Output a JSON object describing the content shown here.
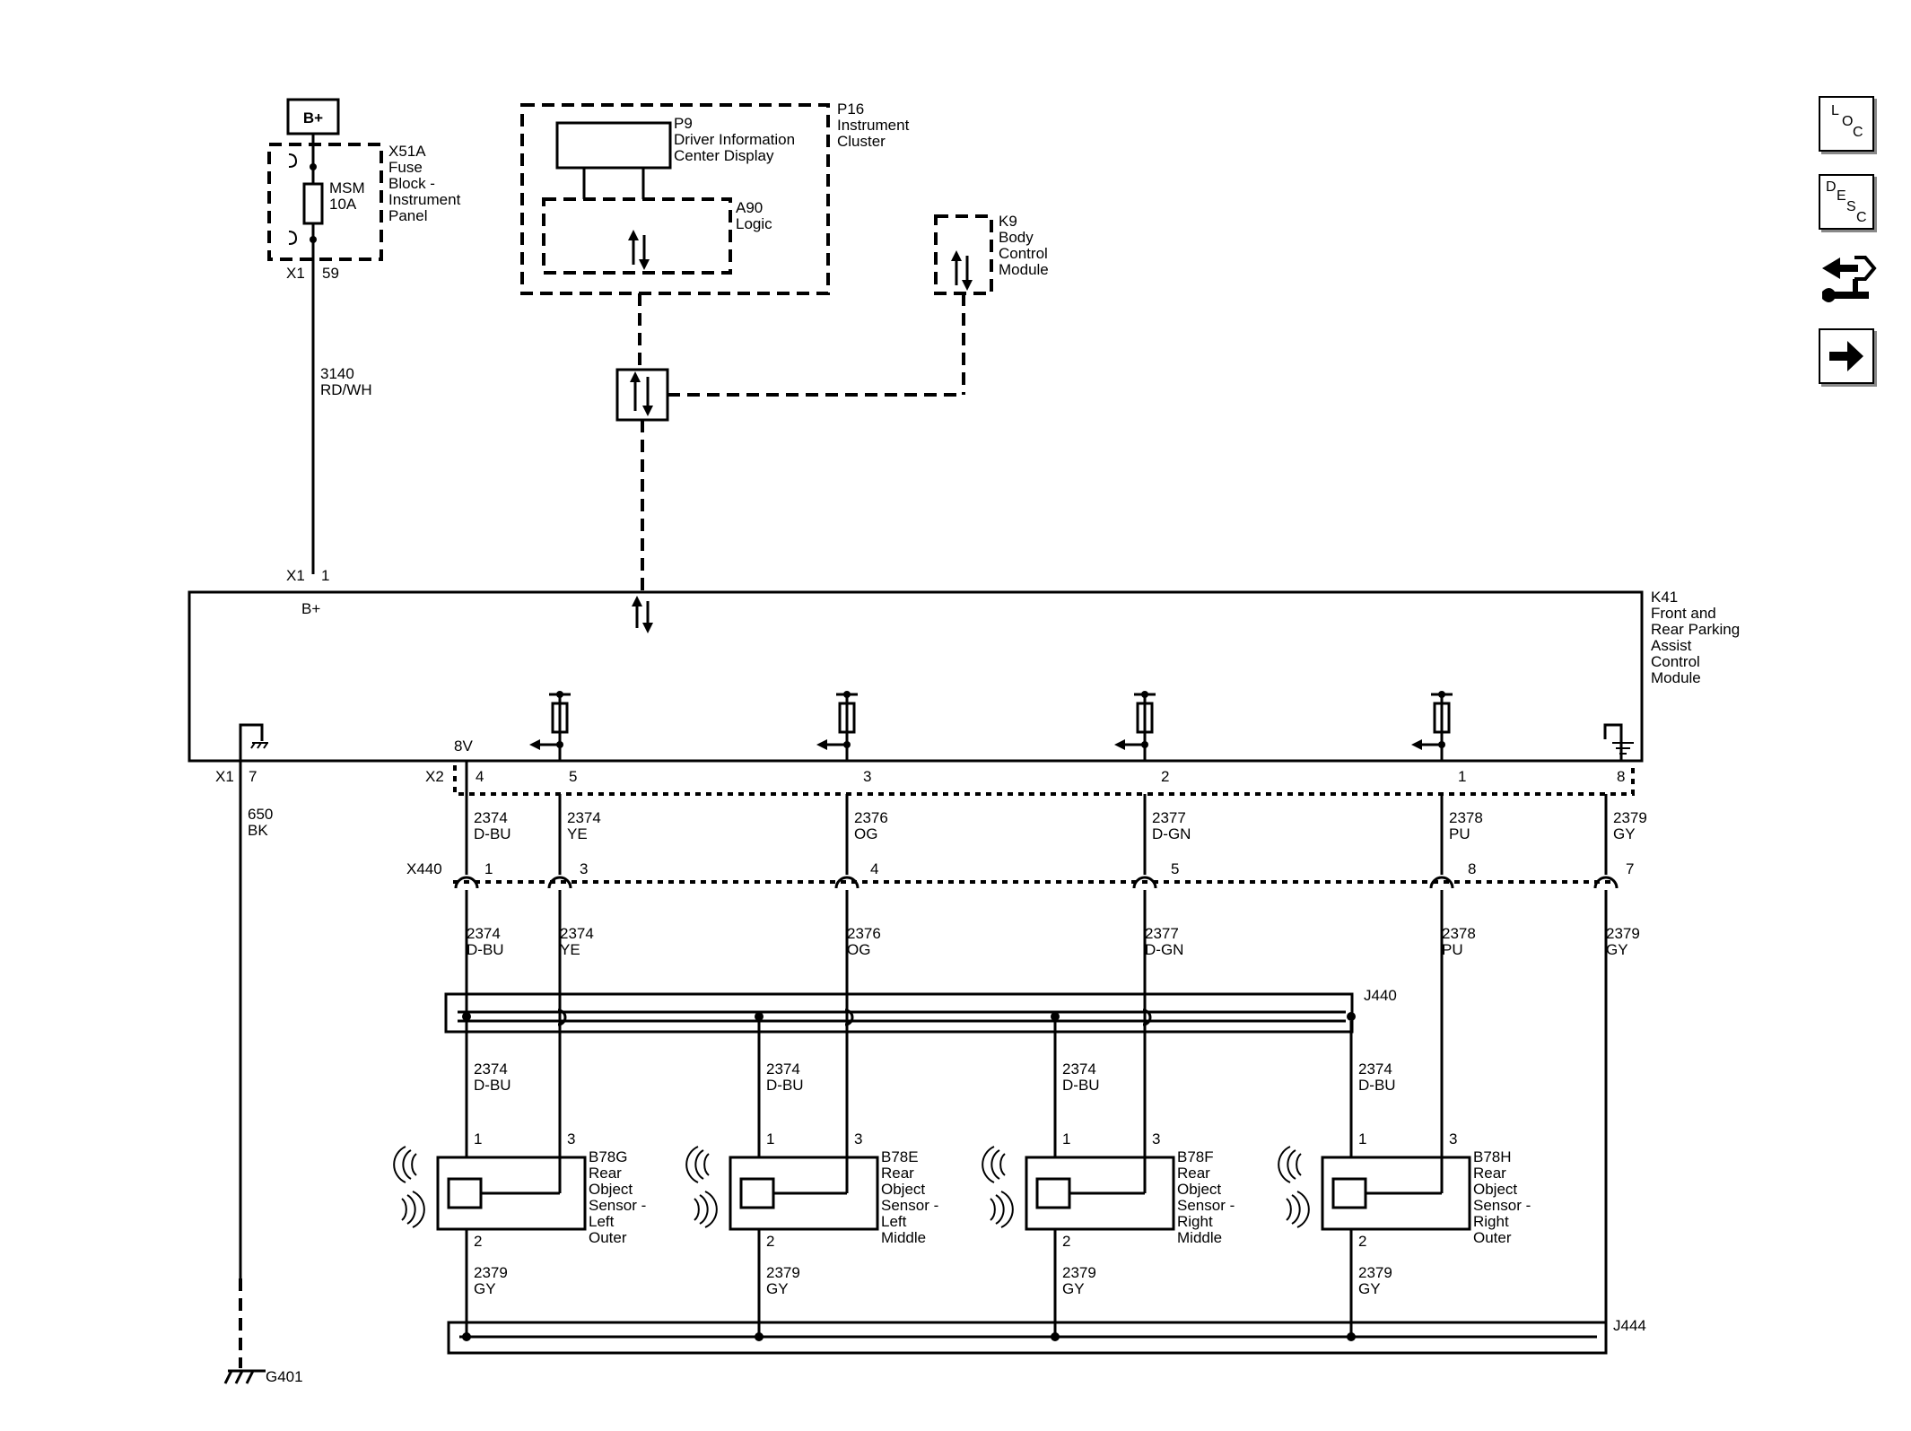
{
  "power": {
    "label": "B+"
  },
  "fuse_block": {
    "id": "X51A",
    "name": "Fuse Block - Instrument Panel",
    "name_lines": [
      "Fuse",
      "Block -",
      "Instrument",
      "Panel"
    ],
    "fuse": "MSM",
    "rating": "10A",
    "connector": "X1",
    "pin": "59"
  },
  "feed_wire": {
    "circuit": "3140",
    "color": "RD/WH"
  },
  "cluster": {
    "id": "P16",
    "name_lines": [
      "Instrument",
      "Cluster"
    ]
  },
  "display": {
    "id": "P9",
    "name_lines": [
      "Driver Information",
      "Center Display"
    ]
  },
  "logic": {
    "id": "A90",
    "name": "Logic"
  },
  "bcm": {
    "id": "K9",
    "name_lines": [
      "Body",
      "Control",
      "Module"
    ]
  },
  "module": {
    "id": "K41",
    "name_lines": [
      "Front and",
      "Rear Parking",
      "Assist",
      "Control",
      "Module"
    ],
    "bplus": "B+",
    "x1": "X1",
    "pin_b": "1",
    "x1_ground": "X1",
    "pin_ground": "7",
    "x2": "X2",
    "voltage": "8V"
  },
  "x2_pins": [
    "4",
    "5",
    "3",
    "2",
    "1",
    "8"
  ],
  "upper_wires": [
    {
      "circuit": "2374",
      "color": "D-BU"
    },
    {
      "circuit": "2374",
      "color": "YE"
    },
    {
      "circuit": "2376",
      "color": "OG"
    },
    {
      "circuit": "2377",
      "color": "D-GN"
    },
    {
      "circuit": "2378",
      "color": "PU"
    },
    {
      "circuit": "2379",
      "color": "GY"
    }
  ],
  "inline_connector": {
    "id": "X440",
    "pins": [
      "1",
      "3",
      "4",
      "5",
      "8",
      "7"
    ]
  },
  "lower_wires": [
    {
      "circuit": "2374",
      "color": "D-BU"
    },
    {
      "circuit": "2374",
      "color": "YE"
    },
    {
      "circuit": "2376",
      "color": "OG"
    },
    {
      "circuit": "2377",
      "color": "D-GN"
    },
    {
      "circuit": "2378",
      "color": "PU"
    },
    {
      "circuit": "2379",
      "color": "GY"
    }
  ],
  "ground_wire": {
    "circuit": "650",
    "color": "BK"
  },
  "ground": {
    "id": "G401"
  },
  "splice_signal": {
    "id": "J440"
  },
  "splice_ground": {
    "id": "J444"
  },
  "sensors": [
    {
      "id": "B78G",
      "name_lines": [
        "Rear",
        "Object",
        "Sensor -",
        "Left",
        "Outer"
      ],
      "pin1": "1",
      "pin2": "2",
      "pin3": "3",
      "supply": {
        "circuit": "2374",
        "color": "D-BU"
      },
      "ground": {
        "circuit": "2379",
        "color": "GY"
      }
    },
    {
      "id": "B78E",
      "name_lines": [
        "Rear",
        "Object",
        "Sensor -",
        "Left",
        "Middle"
      ],
      "pin1": "1",
      "pin2": "2",
      "pin3": "3",
      "supply": {
        "circuit": "2374",
        "color": "D-BU"
      },
      "ground": {
        "circuit": "2379",
        "color": "GY"
      }
    },
    {
      "id": "B78F",
      "name_lines": [
        "Rear",
        "Object",
        "Sensor -",
        "Right",
        "Middle"
      ],
      "pin1": "1",
      "pin2": "2",
      "pin3": "3",
      "supply": {
        "circuit": "2374",
        "color": "D-BU"
      },
      "ground": {
        "circuit": "2379",
        "color": "GY"
      }
    },
    {
      "id": "B78H",
      "name_lines": [
        "Rear",
        "Object",
        "Sensor -",
        "Right",
        "Outer"
      ],
      "pin1": "1",
      "pin2": "2",
      "pin3": "3",
      "supply": {
        "circuit": "2374",
        "color": "D-BU"
      },
      "ground": {
        "circuit": "2379",
        "color": "GY"
      }
    }
  ],
  "nav": {
    "loc": {
      "letters": [
        "L",
        "O",
        "C"
      ]
    },
    "desc": {
      "letters": [
        "D",
        "E",
        "S",
        "C"
      ]
    },
    "swap_icon": "connector-swap-icon",
    "next_icon": "next-arrow-icon"
  }
}
